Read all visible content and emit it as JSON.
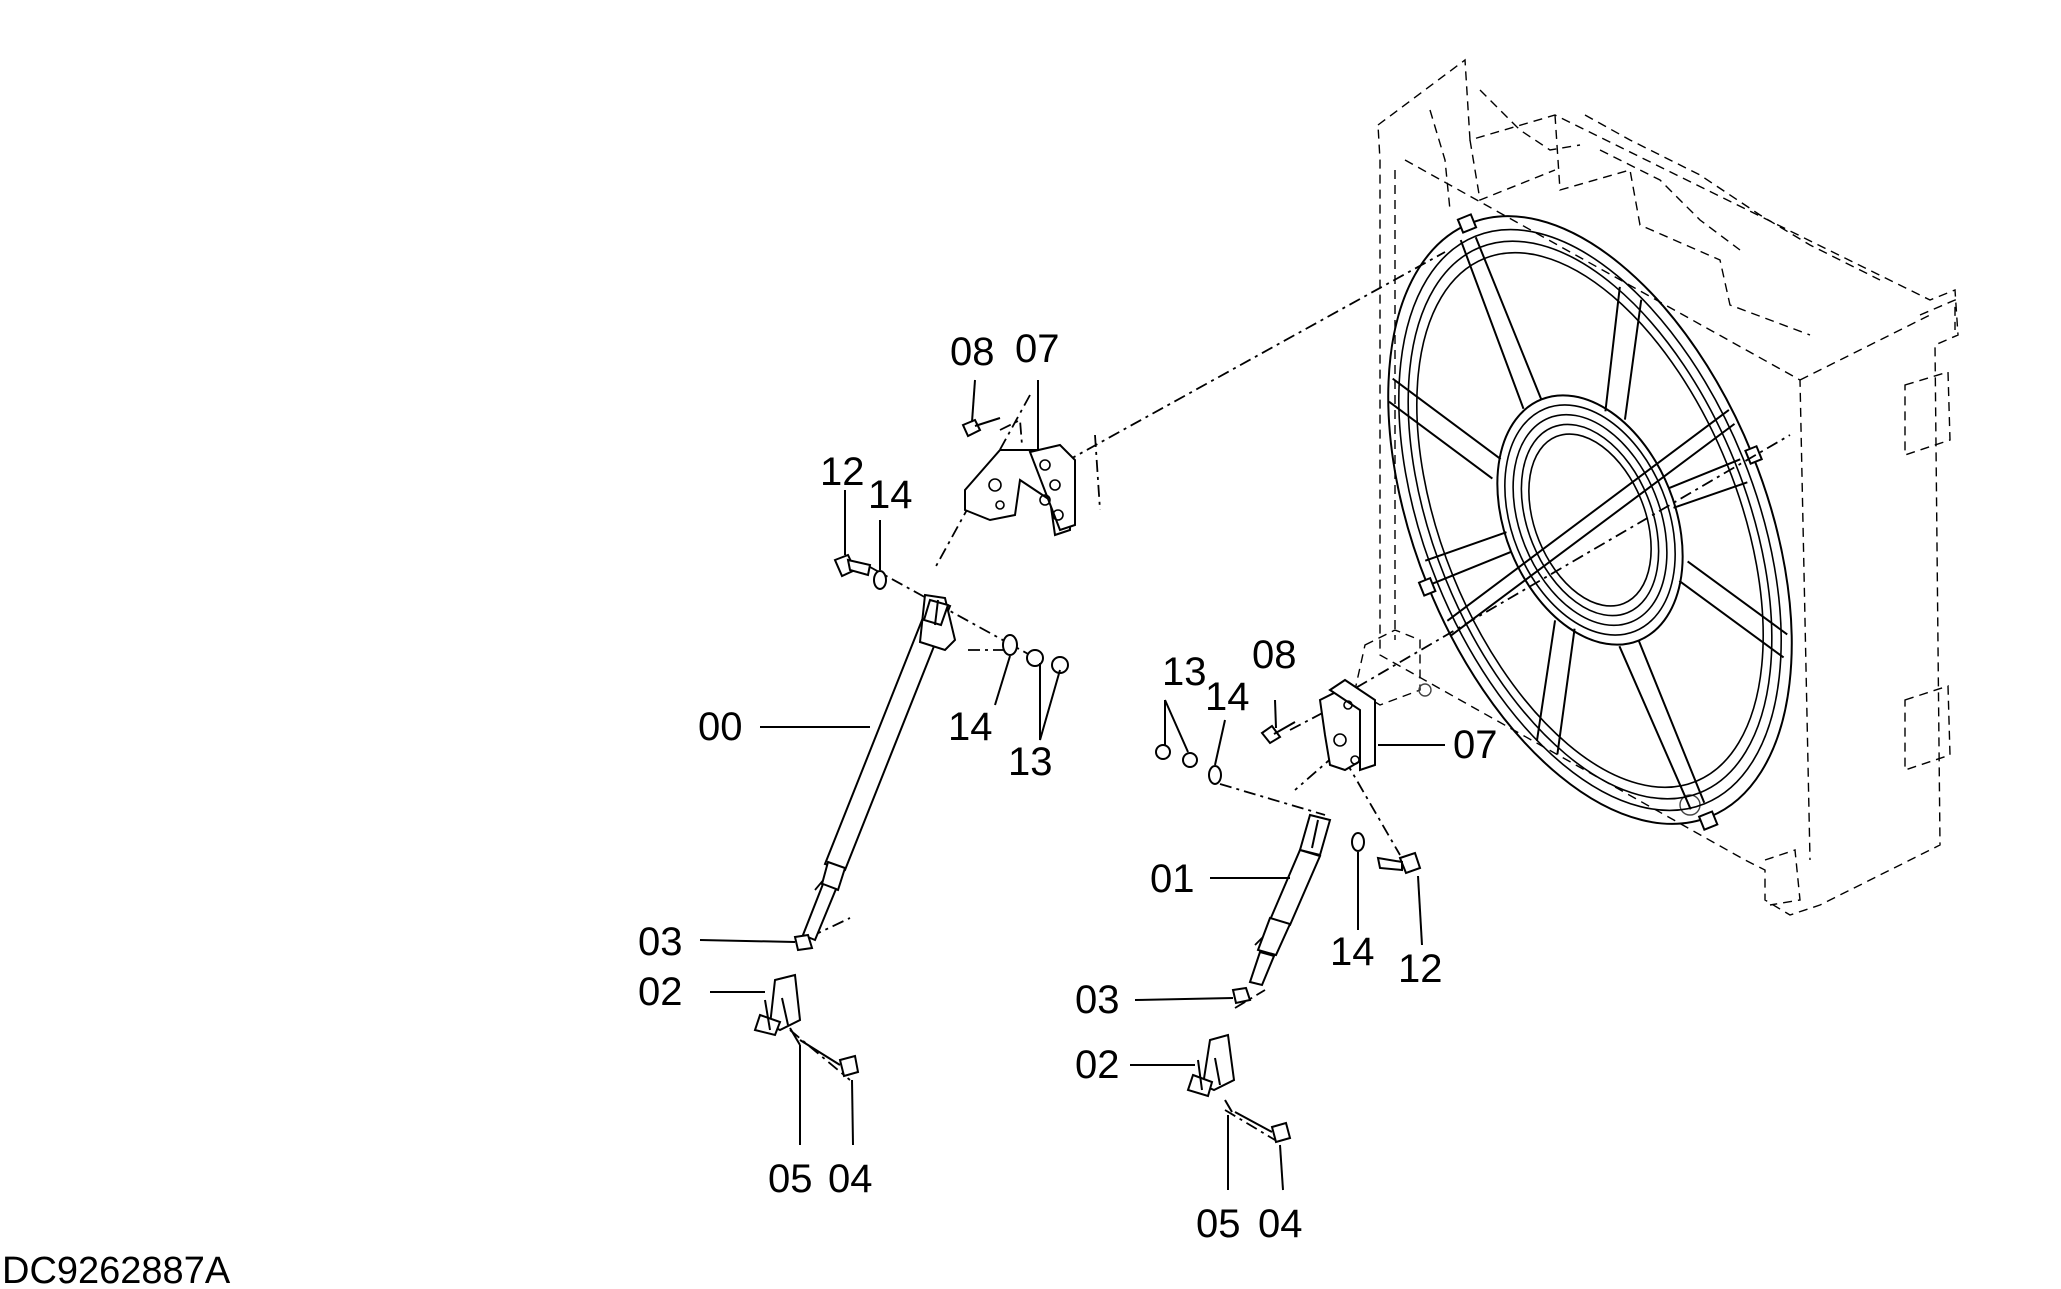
{
  "document_code": "DC9262887A",
  "callouts": {
    "rod_left": "00",
    "rod_right": "01",
    "clevis_left": "02",
    "clevis_right": "02",
    "nut_small_left": "03",
    "nut_small_right": "03",
    "pin_left": "04",
    "pin_right": "04",
    "cotter_left": "05",
    "cotter_right": "05",
    "bracket_upper": "07",
    "bracket_lower": "07",
    "screw_upper": "08",
    "screw_lower": "08",
    "bolt_upper_left": "12",
    "bolt_lower_right": "12",
    "nuts_upper": "13",
    "nuts_lower": "13",
    "washer_upper_a": "14",
    "washer_upper_b": "14",
    "washer_lower_a": "14",
    "washer_lower_b": "14"
  }
}
